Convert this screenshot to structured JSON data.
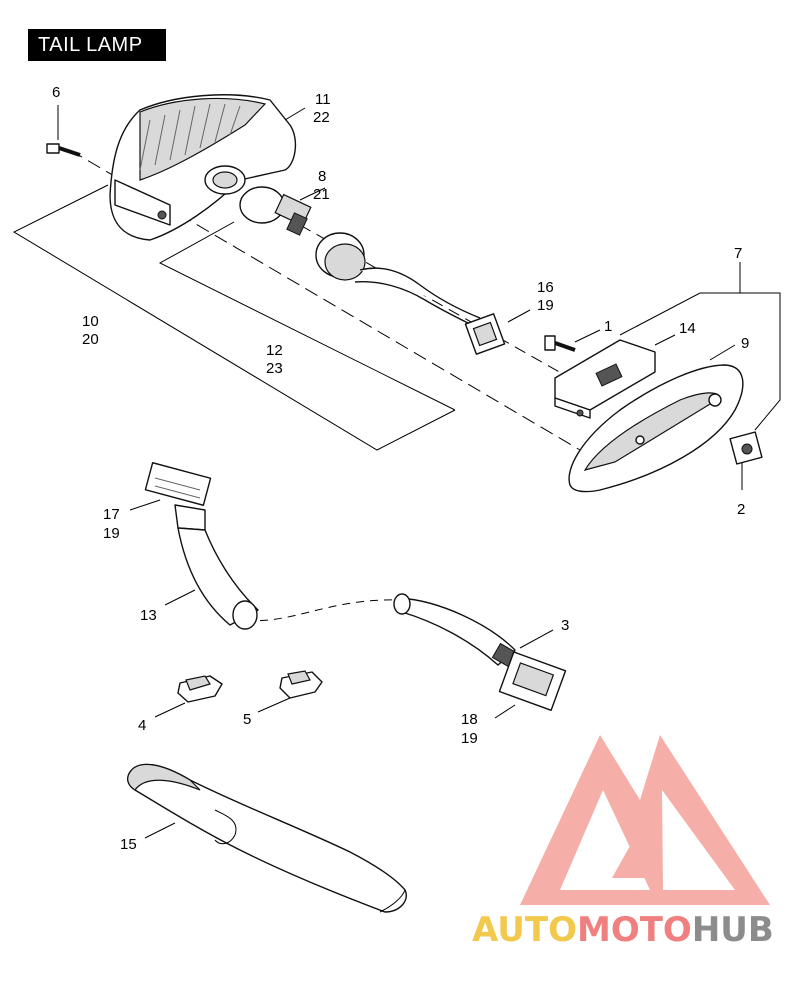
{
  "title": "TAIL LAMP",
  "callouts": {
    "c6": "6",
    "c11": "11",
    "c22": "22",
    "c8": "8",
    "c21": "21",
    "c7": "7",
    "c16": "16",
    "c19a": "19",
    "c1": "1",
    "c14": "14",
    "c9": "9",
    "c10": "10",
    "c20": "20",
    "c12": "12",
    "c23": "23",
    "c2": "2",
    "c17": "17",
    "c19b": "19",
    "c13": "13",
    "c3": "3",
    "c4": "4",
    "c5": "5",
    "c18": "18",
    "c19c": "19",
    "c15": "15"
  },
  "watermark": {
    "part1": "AUTO",
    "part2": "MOTO",
    "part3": "HUB",
    "colors": {
      "auto": "#f2c94c",
      "moto": "#f08080",
      "hub": "#8c8c8c",
      "logo": "#f28b82"
    }
  }
}
